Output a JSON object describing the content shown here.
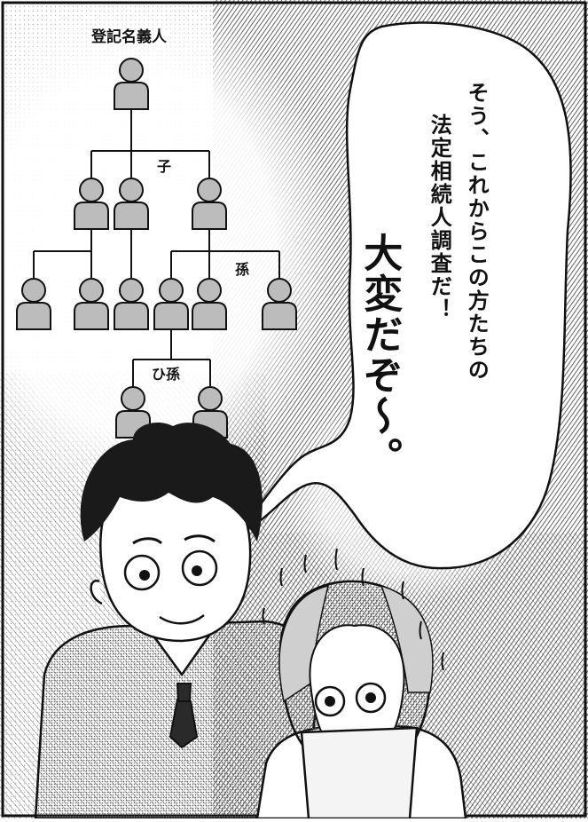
{
  "panel": {
    "colors": {
      "ink": "#111111",
      "paper": "#ffffff",
      "tone": "#bcbcbc",
      "dark_tone": "#3a3a3a"
    }
  },
  "family_tree": {
    "registered_owner_label": "登記名義人",
    "children_label": "子",
    "grandchildren_label": "孫",
    "great_grandchildren_label": "ひ孫"
  },
  "speech_bubble": {
    "line1": "そう、これからこの方たちの",
    "line2": "法定相続人調査だ！",
    "emphasis": "大変だぞ〜。"
  }
}
